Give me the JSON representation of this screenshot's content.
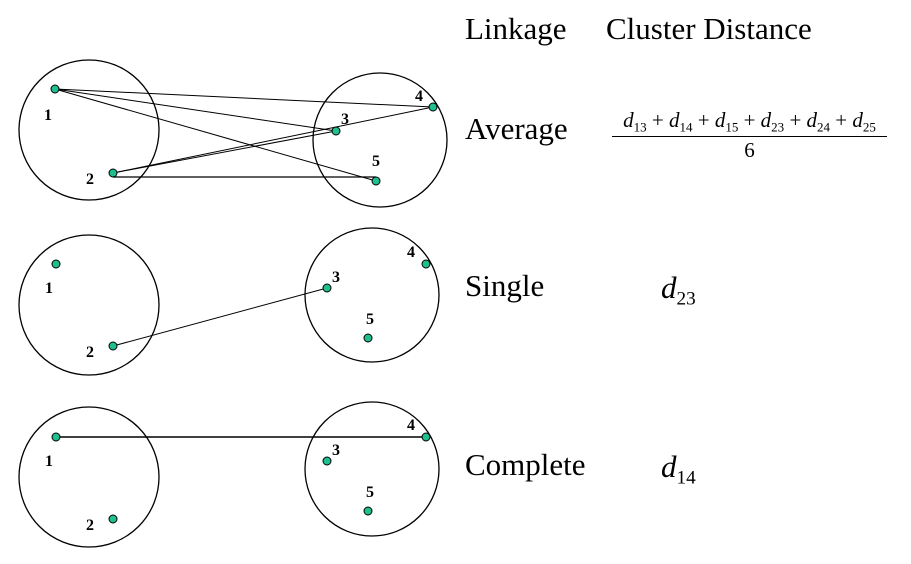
{
  "headers": {
    "linkage": "Linkage",
    "cluster_distance": "Cluster Distance"
  },
  "point_labels": [
    "1",
    "2",
    "3",
    "4",
    "5"
  ],
  "rows": [
    {
      "linkage": "Average",
      "distance": {
        "numerator_terms": [
          {
            "var": "d",
            "sub": "13"
          },
          {
            "var": "d",
            "sub": "14"
          },
          {
            "var": "d",
            "sub": "15"
          },
          {
            "var": "d",
            "sub": "23"
          },
          {
            "var": "d",
            "sub": "24"
          },
          {
            "var": "d",
            "sub": "25"
          }
        ],
        "operator": "+",
        "denominator": "6"
      }
    },
    {
      "linkage": "Single",
      "distance": {
        "var": "d",
        "sub": "23"
      }
    },
    {
      "linkage": "Complete",
      "distance": {
        "var": "d",
        "sub": "14"
      }
    }
  ],
  "colors": {
    "point_fill": "#1fbf8f",
    "stroke": "#000000",
    "background": "#ffffff"
  }
}
